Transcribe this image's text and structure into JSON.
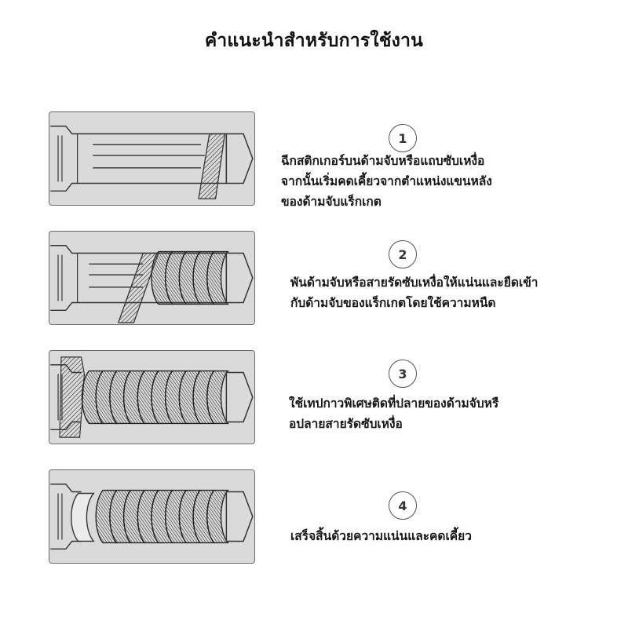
{
  "title": "คำแนะนำสำหรับการใช้งาน",
  "steps": [
    {
      "number": "1",
      "lines": [
        "ฉีกสติกเกอร์บนด้ามจับหรือแถบซับเหงื่อ",
        "จากนั้นเริ่มคดเคี้ยวจากตำแหน่งแขนหลัง",
        "ของด้ามจับแร็กเกต"
      ]
    },
    {
      "number": "2",
      "lines": [
        "พันด้ามจับหรือสายรัดซับเหงื่อให้แน่นและยืดเข้า",
        "กับด้ามจับของแร็กเกตโดยใช้ความหนืด"
      ]
    },
    {
      "number": "3",
      "lines": [
        "ใช้เทปกาวพิเศษติดที่ปลายของด้ามจับหรื",
        "อปลายสายรัดซับเหงื่อ"
      ]
    },
    {
      "number": "4",
      "lines": [
        "เสร็จสิ้นด้วยความแน่นและคดเคี้ยว"
      ]
    }
  ],
  "colors": {
    "panel_bg": "#dadada",
    "panel_border": "#6d6d6d",
    "line": "#3a3a3a",
    "wrap_dark": "#3a3a3a"
  },
  "wrap_progress": [
    0.08,
    0.6,
    1.0,
    1.0
  ]
}
